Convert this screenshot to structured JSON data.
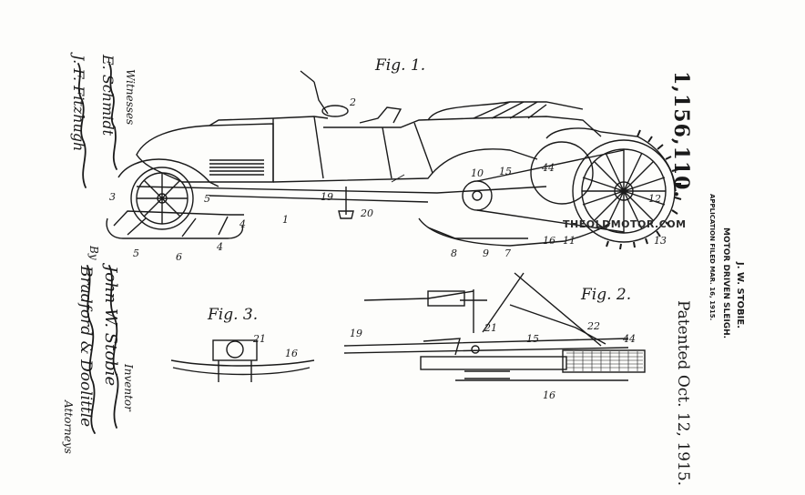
{
  "patent": {
    "number": "1,156,110.",
    "inventor_heading": "J. W. STOBIE.",
    "title": "MOTOR DRIVEN SLEIGH.",
    "filed": "APPLICATION FILED MAR. 16, 1915.",
    "patented": "Patented Oct. 12, 1915."
  },
  "figures": {
    "fig1": "Fig. 1.",
    "fig2": "Fig. 2.",
    "fig3": "Fig. 3."
  },
  "reference_numerals": {
    "fig1": [
      "2",
      "3",
      "5",
      "5",
      "4",
      "4",
      "1",
      "6",
      "19",
      "20",
      "10",
      "15",
      "44",
      "12",
      "11",
      "13",
      "16",
      "7",
      "9",
      "8"
    ],
    "fig2": [
      "19",
      "21",
      "15",
      "22",
      "44",
      "16"
    ],
    "fig3": [
      "21",
      "16"
    ]
  },
  "margin_text": {
    "witnesses": "Witnesses",
    "witness_signatures": [
      "E. Schmidt",
      "J. F. Fitzhugh"
    ],
    "inventor_signature": "John W. Stobie",
    "inventor_label": "Inventor",
    "by": "By",
    "attorney_signature": "Bradford & Doolittle",
    "attorneys": "Attorneys"
  },
  "watermark": "THEOLDMOTOR.COM"
}
